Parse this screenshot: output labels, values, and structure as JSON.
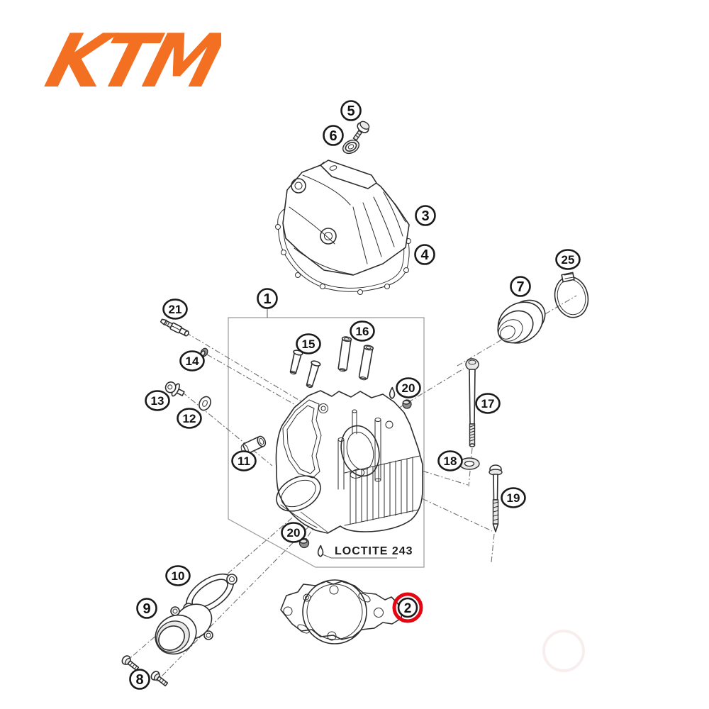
{
  "brand": {
    "logo_text": "KTM"
  },
  "colors": {
    "ktm-orange": "#f36f21",
    "highlight-red": "#e30613",
    "line": "#2d2d2d",
    "axis": "#6f6f6f",
    "box": "#9a9a9a",
    "watermark": "#f6e7e7"
  },
  "annotations": {
    "loctite_label": "LOCTITE 243"
  },
  "callouts": [
    {
      "id": "1",
      "label": "1",
      "highlighted": false
    },
    {
      "id": "2",
      "label": "2",
      "highlighted": true
    },
    {
      "id": "3",
      "label": "3",
      "highlighted": false
    },
    {
      "id": "4",
      "label": "4",
      "highlighted": false
    },
    {
      "id": "5",
      "label": "5",
      "highlighted": false
    },
    {
      "id": "6",
      "label": "6",
      "highlighted": false
    },
    {
      "id": "7",
      "label": "7",
      "highlighted": false
    },
    {
      "id": "8",
      "label": "8",
      "highlighted": false
    },
    {
      "id": "9",
      "label": "9",
      "highlighted": false
    },
    {
      "id": "10",
      "label": "10",
      "highlighted": false
    },
    {
      "id": "11",
      "label": "11",
      "highlighted": false
    },
    {
      "id": "12",
      "label": "12",
      "highlighted": false
    },
    {
      "id": "13",
      "label": "13",
      "highlighted": false
    },
    {
      "id": "14",
      "label": "14",
      "highlighted": false
    },
    {
      "id": "15",
      "label": "15",
      "highlighted": false
    },
    {
      "id": "16",
      "label": "16",
      "highlighted": false
    },
    {
      "id": "17",
      "label": "17",
      "highlighted": false
    },
    {
      "id": "18",
      "label": "18",
      "highlighted": false
    },
    {
      "id": "19",
      "label": "19",
      "highlighted": false
    },
    {
      "id": "20a",
      "label": "20",
      "highlighted": false
    },
    {
      "id": "20b",
      "label": "20",
      "highlighted": false
    },
    {
      "id": "21",
      "label": "21",
      "highlighted": false
    },
    {
      "id": "25",
      "label": "25",
      "highlighted": false
    }
  ]
}
